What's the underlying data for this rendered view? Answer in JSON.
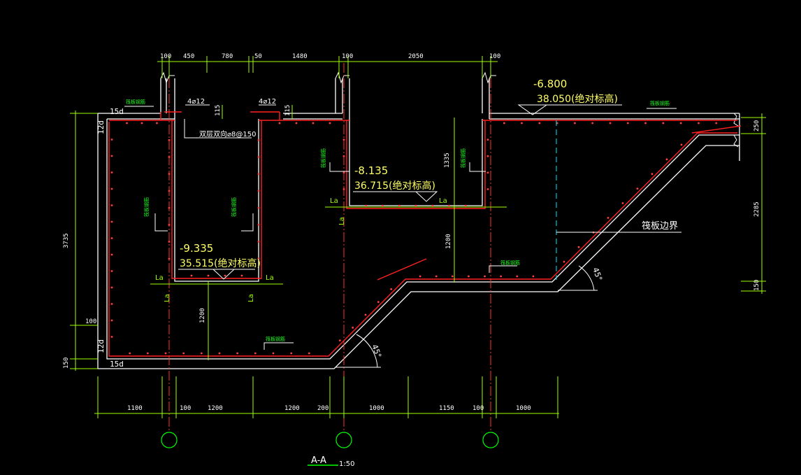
{
  "colors": {
    "background": "#000000",
    "outline": "#ffffff",
    "rebar": "#ff2020",
    "dimension": "#a0ff00",
    "axis": "#ff3030",
    "elevation": "#ffff66",
    "note": "#20ff20",
    "boundary": "#00e5ff",
    "grid_bubble": "#00ff00"
  },
  "top_dimensions": [
    "100",
    "450",
    "780",
    "50",
    "1480",
    "100",
    "2050",
    "100"
  ],
  "bottom_dimensions": [
    "1100",
    "100",
    "1200",
    "1200",
    "200",
    "1000",
    "1150",
    "100",
    "1000"
  ],
  "left_dimensions": {
    "total": "3735",
    "lower": "100",
    "bottom": "150"
  },
  "right_dimensions": {
    "top": "250",
    "middle": "2285",
    "bottom": "150"
  },
  "inner_dimensions": {
    "pit1_depth": "1200",
    "pit2_depth": "1200",
    "pit2_upper": "1335",
    "small1": "115",
    "small2": "115"
  },
  "anchor_labels": {
    "d15_top": "15d",
    "d12_top": "12d",
    "d12_bottom": "12d",
    "d15_bottom": "15d"
  },
  "rebar_labels": {
    "bar1": "4⌀12",
    "bar2": "4⌀12",
    "distribution": "双层双向⌀8@150"
  },
  "elevations": {
    "e1_rel": "-6.800",
    "e1_abs": "38.050(绝对标高)",
    "e2_rel": "-8.135",
    "e2_abs": "36.715(绝对标高)",
    "e3_rel": "-9.335",
    "e3_abs": "35.515(绝对标高)"
  },
  "la_label": "La",
  "angle_label": "45°",
  "boundary_label": "筏板边界",
  "note_label": "筏板钢筋",
  "section_title": "A-A",
  "section_scale": "1:50"
}
